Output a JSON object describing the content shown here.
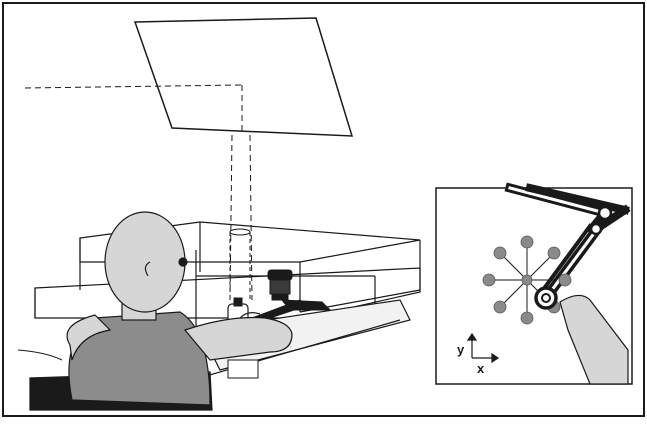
{
  "inset": {
    "y_axis_label": "y",
    "x_axis_label": "x"
  },
  "colors": {
    "line": "#1a1a1a",
    "skin": "#d6d6d6",
    "shirt": "#8c8c8c",
    "target": "#8a8a8a",
    "floor": "#f2f2f2"
  },
  "icons": {
    "subject": "seated-person",
    "manipulandum": "robot-arm",
    "display": "projection-screen"
  }
}
